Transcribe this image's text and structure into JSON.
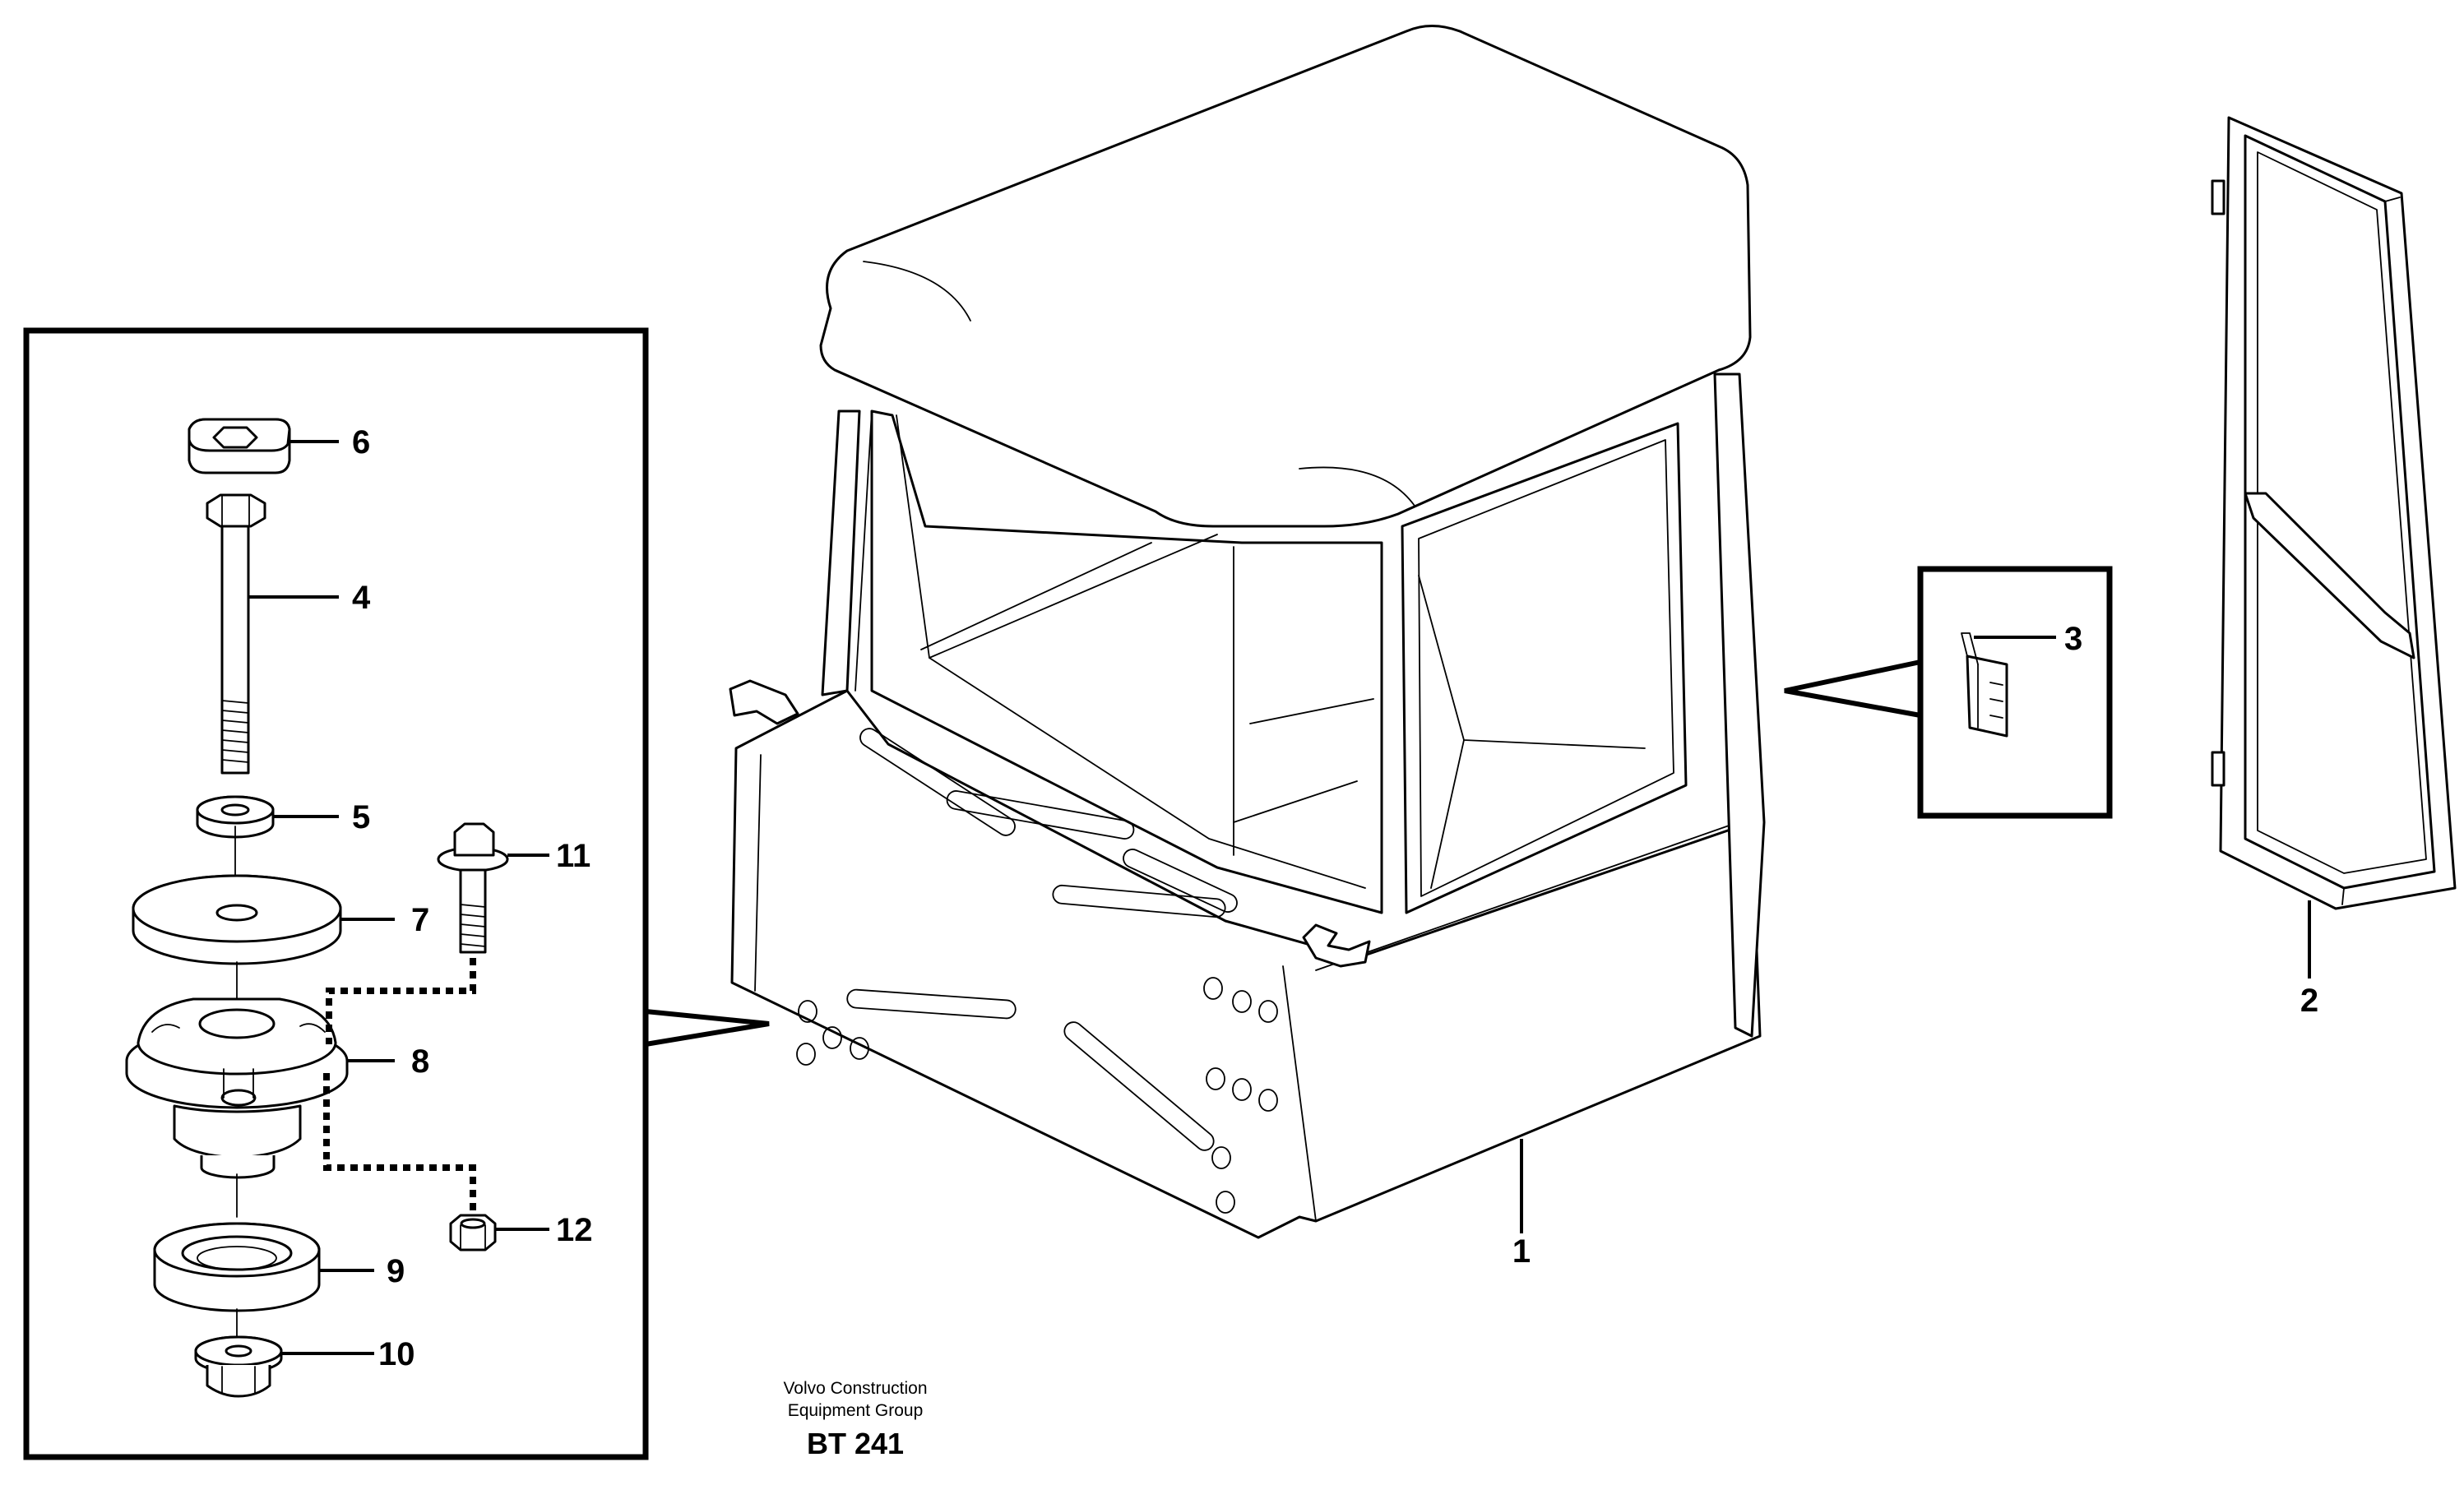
{
  "callouts": {
    "c1": "1",
    "c2": "2",
    "c3": "3",
    "c4": "4",
    "c5": "5",
    "c6": "6",
    "c7": "7",
    "c8": "8",
    "c9": "9",
    "c10": "10",
    "c11": "11",
    "c12": "12"
  },
  "footer": {
    "company_line1": "Volvo Construction",
    "company_line2": "Equipment Group",
    "code": "BT 241"
  }
}
